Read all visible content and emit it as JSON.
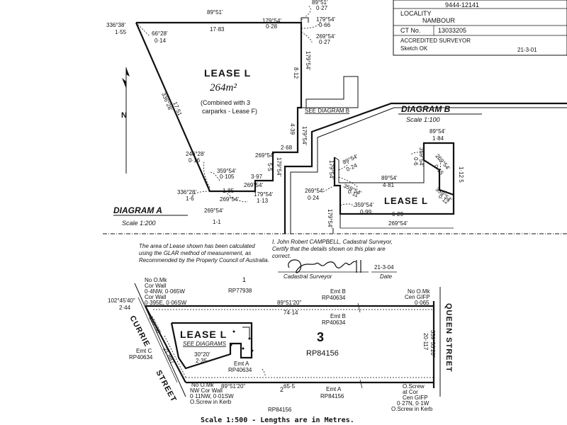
{
  "header": {
    "ref": "9444-12141",
    "locality_label": "LOCALITY",
    "locality_value": "NAMBOUR",
    "ct_label": "CT No.",
    "ct_value": "13033205",
    "surveyor_label": "ACCREDITED SURVEYOR",
    "sketch_label": "Sketch OK",
    "sketch_date": "21-3-01"
  },
  "diagram_a": {
    "title": "DIAGRAM A",
    "scale": "Scale 1:200",
    "lease_title": "LEASE L",
    "area": "264m²",
    "note_line1": "(Combined with 3",
    "note_line2": "carparks - Lease F)",
    "see_diagram": "SEE DIAGRAM B",
    "north": "N",
    "lot_marker": "1-1",
    "labels": {
      "b1": "89°51'",
      "d1": "17·83",
      "b2": "336°38'",
      "d2": "1·55",
      "b3": "66°28'",
      "d3": "0·14",
      "b4": "89°51'",
      "d4": "0·27",
      "b5": "179°54'",
      "d5": "0·28",
      "b6": "179°54'",
      "d6": "0·66",
      "b7": "269°54'",
      "d7": "0·27",
      "d8": "8·12",
      "b8": "179°54'",
      "b9": "336°28'",
      "d9": "17·51",
      "b10": "179°54'",
      "d10": "4·39",
      "d11": "2·68",
      "b12": "269°54'",
      "b13": "179°54'",
      "d13": "5·5",
      "b14": "246°28'",
      "d14": "0·16",
      "b15": "359°54'",
      "d15": "0·105",
      "d16": "3·97",
      "b17": "269°54'",
      "b18": "336°28'",
      "d18": "1·6",
      "d19": "1·85",
      "b20": "269°54'",
      "b21": "179°54'",
      "d21": "1·13",
      "b22": "269°54'"
    }
  },
  "diagram_b": {
    "title": "DIAGRAM B",
    "scale": "Scale 1:100",
    "lease_title": "LEASE L",
    "labels": {
      "b1": "89°54'",
      "d1": "1·84",
      "b2": "359°54'",
      "d2": "0·6",
      "b3": "269°54'",
      "d3": "0·15",
      "b4": "179°54'",
      "b5": "89°54'",
      "d5": "0·24",
      "b6": "89°54'",
      "d6": "4·81",
      "b7": "359°54'",
      "d7": "0·11",
      "b8": "269°54'",
      "d8": "0·24",
      "b9": "359°54'",
      "d9": "0·99",
      "d10": "6·29",
      "b11": "269°54'",
      "b12": "179°54'",
      "b13": "359°54'",
      "d13": "0·12",
      "side": "1·12 5"
    }
  },
  "certificate": {
    "left_line1": "The area of Lease shown has been calculated",
    "left_line2": "using the GLAR method of measurement, as",
    "left_line3": "Recommended by the Property Council of Australia.",
    "right_line1": "I, John Robert CAMPBELL, Cadastral Surveyor,",
    "right_line2": "Certify that the details shown on this plan are",
    "right_line3": "correct.",
    "signature": "JRCampbell",
    "sig_date": "21-3-04",
    "cad_label": "Cadastral Surveyor",
    "date_label": "Date"
  },
  "site_plan": {
    "lease_title": "LEASE L",
    "see_diagrams": "SEE DIAGRAMS",
    "lot_number": "3",
    "lot_plan": "RP84156",
    "street_currie": "CURRIE",
    "street_street": "STREET",
    "street_queen": "QUEEN   STREET",
    "lot1": "1",
    "lot1_plan": "RP77938",
    "lot2": "2",
    "lot2_plan": "RP84156",
    "tl_mk1": "No O.Mk",
    "tl_mk2": "Cor Wall",
    "tl_mk3": "0·4NW, 0·065W",
    "tl_mk4": "Cor Wall",
    "tl_mk5": "0·395E, 0·06SW",
    "corner_bearing": "102°45'40\"",
    "corner_dist": "2·44",
    "left_b": "156°38'",
    "left_d": "21·887",
    "top_b": "89°51'20\"",
    "top_d": "74·14",
    "bottom_b": "89°51'20\"",
    "bottom_d": "65·5",
    "right_b": "359°53'20\"",
    "right_d": "20·117",
    "emt_b1": "Emt B",
    "emt_b1p": "RP40634",
    "emt_b2": "Emt B",
    "emt_b2p": "RP40634",
    "emt_c": "Emt C",
    "emt_cp": "RP40634",
    "emt_a1": "Emt A",
    "emt_a1p": "RP40634",
    "emt_a2": "Emt A",
    "emt_a2p": "RP84156",
    "angle_b": "30°20'",
    "angle_d": "2·35",
    "tr_mk1": "No O.Mk",
    "tr_mk2": "Cen GIFP",
    "tr_mk3": "0·065",
    "bl_mk1": "No O.Mk",
    "bl_mk2": "NW Cor Wall",
    "bl_mk3": "0·11NW, 0·01SW",
    "bl_mk4": "O.Screw in Kerb",
    "br_mk1": "O.Screw",
    "br_mk2": "at Cor",
    "br_mk3": "Cen GIFP",
    "br_mk4": "0·27N, 0·1W",
    "br_mk5": "O.Screw in Kerb"
  },
  "footer": {
    "scale_text": "Scale 1:500 - Lengths are in Metres."
  }
}
